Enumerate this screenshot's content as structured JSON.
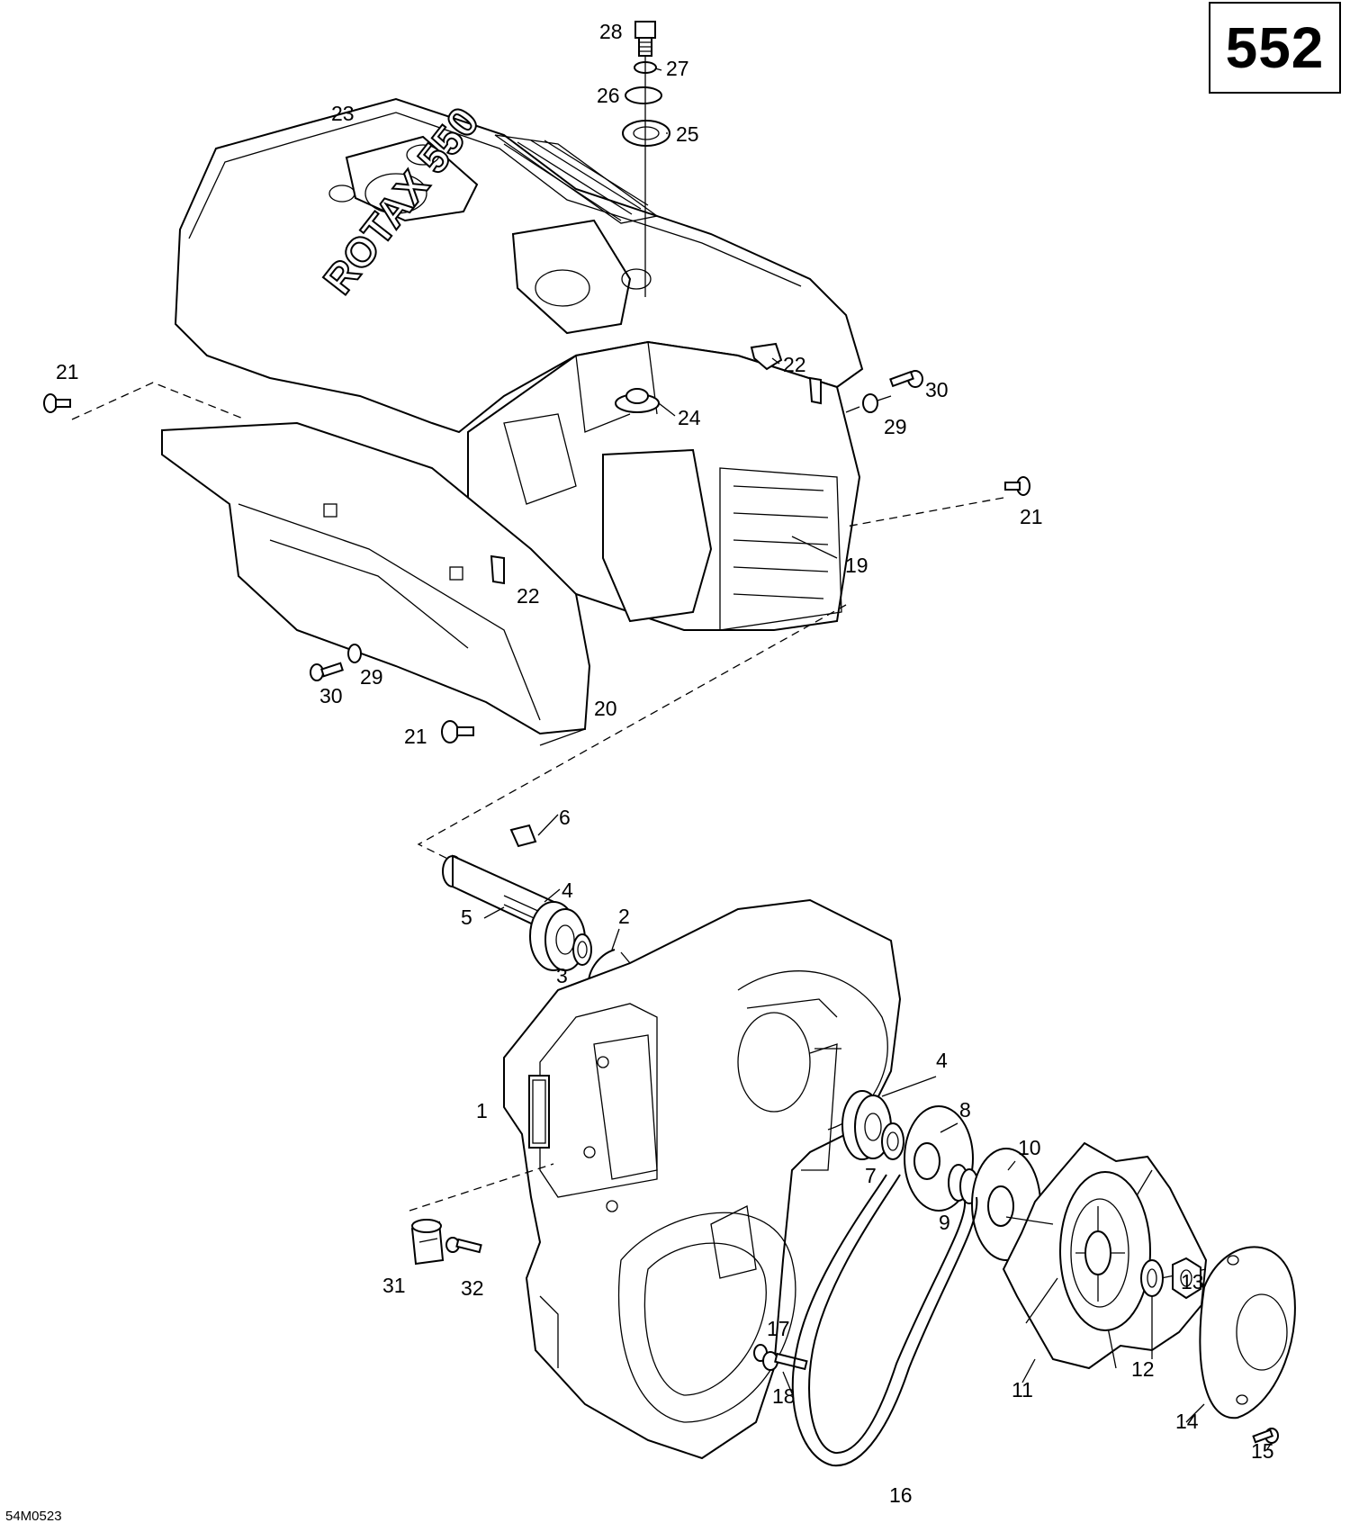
{
  "diagram": {
    "reference_number": "552",
    "drawing_code": "54M0523",
    "cover_lettering": "ROTAX 550",
    "callouts": [
      {
        "id": "c28",
        "label": "28"
      },
      {
        "id": "c27",
        "label": "27"
      },
      {
        "id": "c26",
        "label": "26"
      },
      {
        "id": "c25",
        "label": "25"
      },
      {
        "id": "c23",
        "label": "23"
      },
      {
        "id": "c21a",
        "label": "21"
      },
      {
        "id": "c22a",
        "label": "22"
      },
      {
        "id": "c30a",
        "label": "30"
      },
      {
        "id": "c24",
        "label": "24"
      },
      {
        "id": "c29a",
        "label": "29"
      },
      {
        "id": "c21b",
        "label": "21"
      },
      {
        "id": "c19",
        "label": "19"
      },
      {
        "id": "c22b",
        "label": "22"
      },
      {
        "id": "c29b",
        "label": "29"
      },
      {
        "id": "c30b",
        "label": "30"
      },
      {
        "id": "c20",
        "label": "20"
      },
      {
        "id": "c21c",
        "label": "21"
      },
      {
        "id": "c6",
        "label": "6"
      },
      {
        "id": "c4a",
        "label": "4"
      },
      {
        "id": "c5",
        "label": "5"
      },
      {
        "id": "c2",
        "label": "2"
      },
      {
        "id": "c3",
        "label": "3"
      },
      {
        "id": "c1",
        "label": "1"
      },
      {
        "id": "c4b",
        "label": "4"
      },
      {
        "id": "c8",
        "label": "8"
      },
      {
        "id": "c7",
        "label": "7"
      },
      {
        "id": "c10",
        "label": "10"
      },
      {
        "id": "c9",
        "label": "9"
      },
      {
        "id": "c13",
        "label": "13"
      },
      {
        "id": "c31",
        "label": "31"
      },
      {
        "id": "c32",
        "label": "32"
      },
      {
        "id": "c17",
        "label": "17"
      },
      {
        "id": "c18",
        "label": "18"
      },
      {
        "id": "c12",
        "label": "12"
      },
      {
        "id": "c11",
        "label": "11"
      },
      {
        "id": "c14",
        "label": "14"
      },
      {
        "id": "c15",
        "label": "15"
      },
      {
        "id": "c16",
        "label": "16"
      }
    ]
  }
}
